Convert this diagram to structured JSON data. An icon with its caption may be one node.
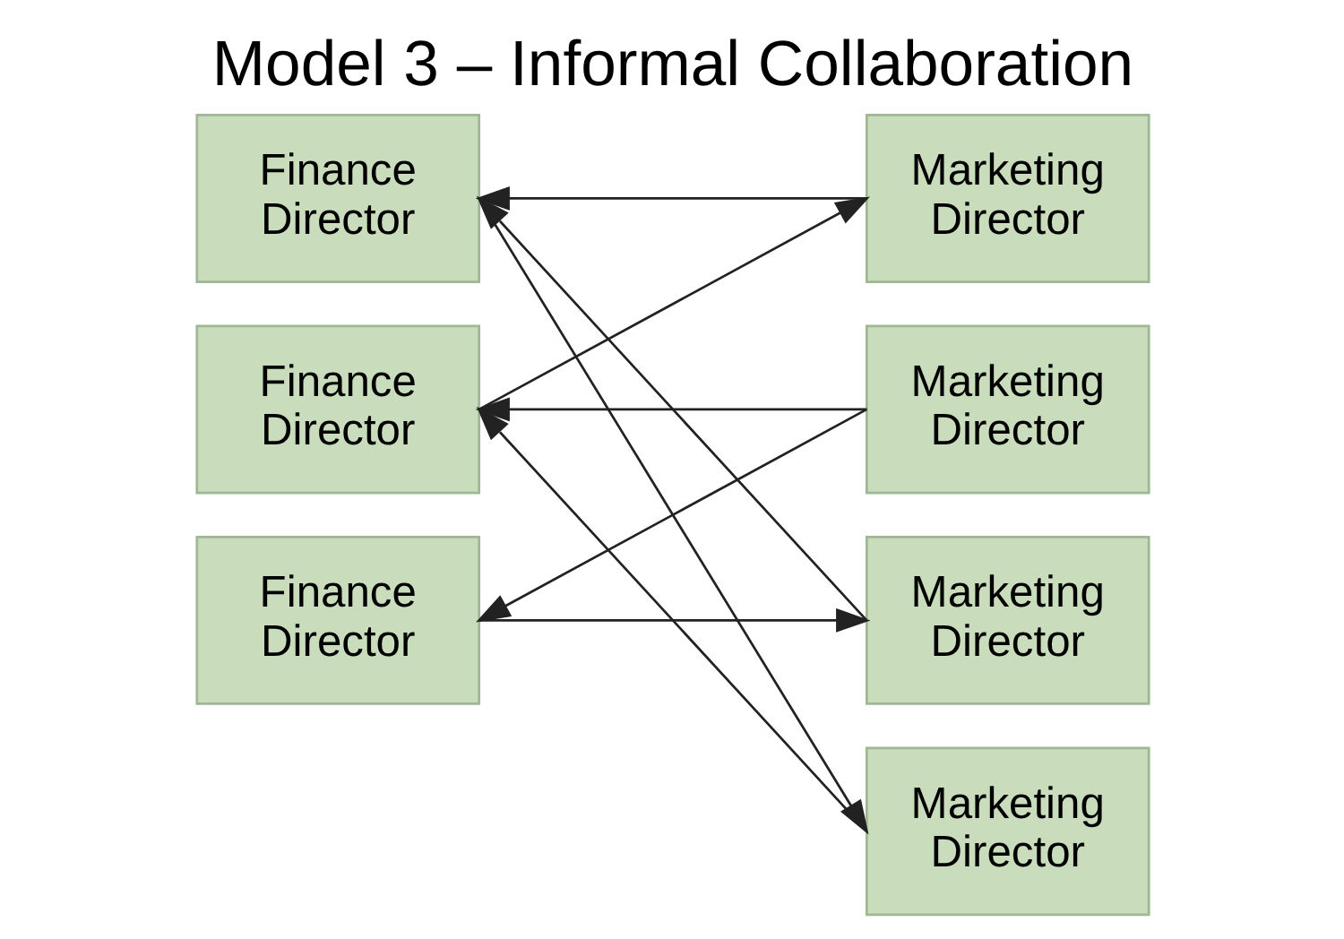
{
  "diagram": {
    "title": "Model 3 – Informal Collaboration",
    "nodes": [
      {
        "text": [
          "Finance Director"
        ]
      },
      {
        "text": [
          "Finance Director"
        ]
      },
      {
        "text": [
          "Finance Director"
        ]
      },
      {
        "text": [
          "Marketing Director"
        ]
      },
      {
        "text": [
          "Marketing Director"
        ]
      },
      {
        "text": [
          "Marketing Director"
        ]
      },
      {
        "text": [
          "Marketing Director"
        ]
      }
    ],
    "edges": [
      {
        "from": 3,
        "to": 0,
        "arrow": "to"
      },
      {
        "from": 1,
        "to": 3,
        "arrow": "to"
      },
      {
        "from": 4,
        "to": 1,
        "arrow": "to"
      },
      {
        "from": 4,
        "to": 2,
        "arrow": "to"
      },
      {
        "from": 2,
        "to": 5,
        "arrow": "to"
      },
      {
        "from": 5,
        "to": 0,
        "arrow": "to"
      },
      {
        "from": 0,
        "to": 6,
        "arrow": "to"
      },
      {
        "from": 6,
        "to": 1,
        "arrow": "to"
      }
    ]
  }
}
